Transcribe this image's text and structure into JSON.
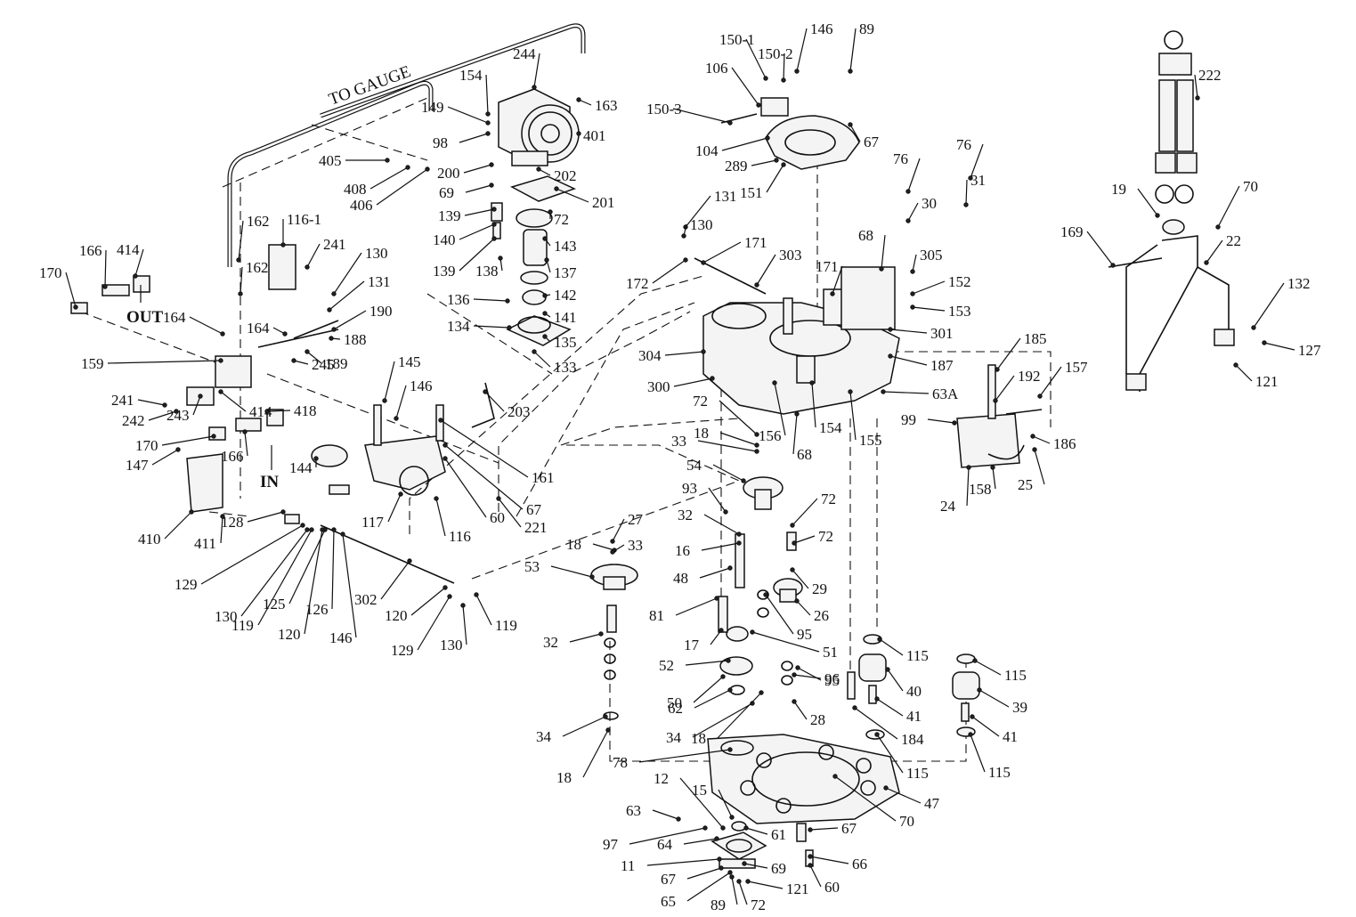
{
  "diagram": {
    "callouts": [
      {
        "text": "244"
      },
      {
        "text": "154"
      },
      {
        "text": "163"
      },
      {
        "text": "149"
      },
      {
        "text": "98"
      },
      {
        "text": "401"
      },
      {
        "text": "405"
      },
      {
        "text": "408"
      },
      {
        "text": "406"
      },
      {
        "text": "200"
      },
      {
        "text": "202"
      },
      {
        "text": "69"
      },
      {
        "text": "201"
      },
      {
        "text": "72"
      },
      {
        "text": "139"
      },
      {
        "text": "140"
      },
      {
        "text": "143"
      },
      {
        "text": "139"
      },
      {
        "text": "138"
      },
      {
        "text": "137"
      },
      {
        "text": "136"
      },
      {
        "text": "142"
      },
      {
        "text": "141"
      },
      {
        "text": "134"
      },
      {
        "text": "135"
      },
      {
        "text": "133"
      },
      {
        "text": "150-1"
      },
      {
        "text": "146"
      },
      {
        "text": "89"
      },
      {
        "text": "150-2"
      },
      {
        "text": "106"
      },
      {
        "text": "150-3"
      },
      {
        "text": "67"
      },
      {
        "text": "104"
      },
      {
        "text": "289"
      },
      {
        "text": "151"
      },
      {
        "text": "76"
      },
      {
        "text": "76"
      },
      {
        "text": "30"
      },
      {
        "text": "31"
      },
      {
        "text": "131"
      },
      {
        "text": "130"
      },
      {
        "text": "171"
      },
      {
        "text": "303"
      },
      {
        "text": "68"
      },
      {
        "text": "305"
      },
      {
        "text": "172"
      },
      {
        "text": "171"
      },
      {
        "text": "152"
      },
      {
        "text": "153"
      },
      {
        "text": "301"
      },
      {
        "text": "304"
      },
      {
        "text": "187"
      },
      {
        "text": "300"
      },
      {
        "text": "63A"
      },
      {
        "text": "156"
      },
      {
        "text": "154"
      },
      {
        "text": "155"
      },
      {
        "text": "68"
      },
      {
        "text": "222"
      },
      {
        "text": "19"
      },
      {
        "text": "70"
      },
      {
        "text": "169"
      },
      {
        "text": "22"
      },
      {
        "text": "132"
      },
      {
        "text": "127"
      },
      {
        "text": "121"
      },
      {
        "text": "185"
      },
      {
        "text": "192"
      },
      {
        "text": "157"
      },
      {
        "text": "99"
      },
      {
        "text": "186"
      },
      {
        "text": "25"
      },
      {
        "text": "158"
      },
      {
        "text": "24"
      },
      {
        "text": "170"
      },
      {
        "text": "166"
      },
      {
        "text": "414"
      },
      {
        "text": "162"
      },
      {
        "text": "116-1"
      },
      {
        "text": "241"
      },
      {
        "text": "162"
      },
      {
        "text": "130"
      },
      {
        "text": "131"
      },
      {
        "text": "164"
      },
      {
        "text": "164"
      },
      {
        "text": "190"
      },
      {
        "text": "188"
      },
      {
        "text": "159"
      },
      {
        "text": "189"
      },
      {
        "text": "245"
      },
      {
        "text": "145"
      },
      {
        "text": "241"
      },
      {
        "text": "242"
      },
      {
        "text": "243"
      },
      {
        "text": "414"
      },
      {
        "text": "146"
      },
      {
        "text": "203"
      },
      {
        "text": "418"
      },
      {
        "text": "170"
      },
      {
        "text": "166"
      },
      {
        "text": "161"
      },
      {
        "text": "147"
      },
      {
        "text": "144"
      },
      {
        "text": "67"
      },
      {
        "text": "60"
      },
      {
        "text": "221"
      },
      {
        "text": "117"
      },
      {
        "text": "116"
      },
      {
        "text": "410"
      },
      {
        "text": "411"
      },
      {
        "text": "128"
      },
      {
        "text": "129"
      },
      {
        "text": "130"
      },
      {
        "text": "119"
      },
      {
        "text": "125"
      },
      {
        "text": "120"
      },
      {
        "text": "126"
      },
      {
        "text": "146"
      },
      {
        "text": "302"
      },
      {
        "text": "120"
      },
      {
        "text": "129"
      },
      {
        "text": "130"
      },
      {
        "text": "119"
      },
      {
        "text": "72"
      },
      {
        "text": "18"
      },
      {
        "text": "33"
      },
      {
        "text": "54"
      },
      {
        "text": "93"
      },
      {
        "text": "32"
      },
      {
        "text": "16"
      },
      {
        "text": "72"
      },
      {
        "text": "27"
      },
      {
        "text": "72"
      },
      {
        "text": "18"
      },
      {
        "text": "33"
      },
      {
        "text": "53"
      },
      {
        "text": "48"
      },
      {
        "text": "29"
      },
      {
        "text": "81"
      },
      {
        "text": "26"
      },
      {
        "text": "95"
      },
      {
        "text": "17"
      },
      {
        "text": "51"
      },
      {
        "text": "52"
      },
      {
        "text": "32"
      },
      {
        "text": "95"
      },
      {
        "text": "50"
      },
      {
        "text": "96"
      },
      {
        "text": "62"
      },
      {
        "text": "28"
      },
      {
        "text": "34"
      },
      {
        "text": "34"
      },
      {
        "text": "18"
      },
      {
        "text": "18"
      },
      {
        "text": "78"
      },
      {
        "text": "115"
      },
      {
        "text": "40"
      },
      {
        "text": "41"
      },
      {
        "text": "184"
      },
      {
        "text": "115"
      },
      {
        "text": "115"
      },
      {
        "text": "39"
      },
      {
        "text": "41"
      },
      {
        "text": "115"
      },
      {
        "text": "47"
      },
      {
        "text": "70"
      },
      {
        "text": "12"
      },
      {
        "text": "63"
      },
      {
        "text": "15"
      },
      {
        "text": "97"
      },
      {
        "text": "64"
      },
      {
        "text": "61"
      },
      {
        "text": "67"
      },
      {
        "text": "11"
      },
      {
        "text": "69"
      },
      {
        "text": "66"
      },
      {
        "text": "67"
      },
      {
        "text": "121"
      },
      {
        "text": "60"
      },
      {
        "text": "65"
      },
      {
        "text": "89"
      },
      {
        "text": "72"
      }
    ],
    "bold_labels": {
      "out": "OUT",
      "in": "IN"
    },
    "to_gauge": "TO GAUGE"
  }
}
